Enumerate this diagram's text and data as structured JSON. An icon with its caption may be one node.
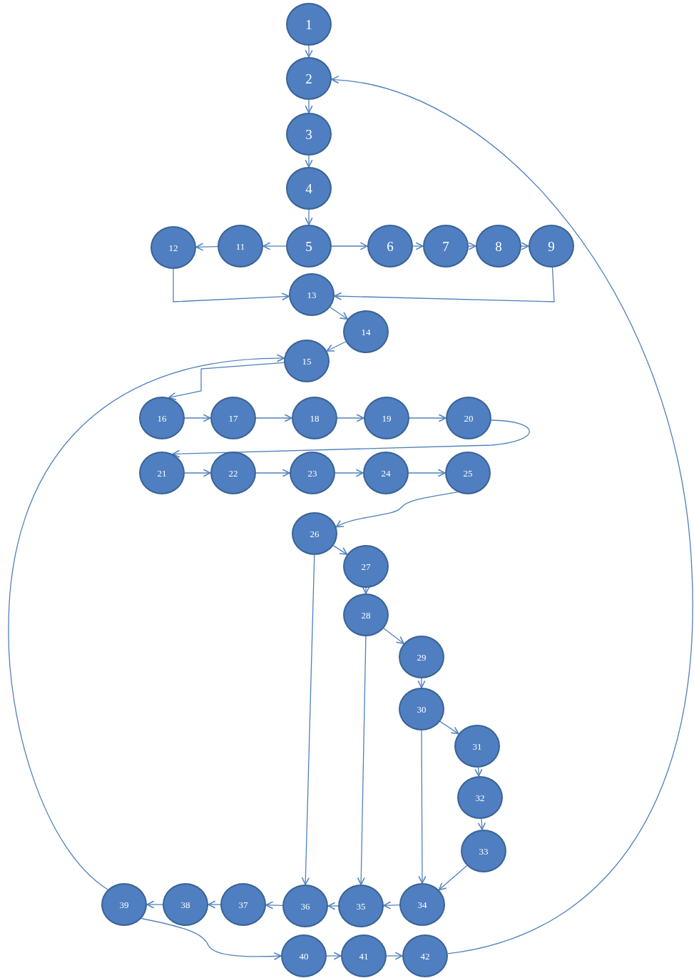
{
  "diagram": {
    "nodes": [
      {
        "text": [
          "1"
        ]
      },
      {
        "text": [
          "2"
        ]
      },
      {
        "text": [
          "3"
        ]
      },
      {
        "text": [
          "4"
        ]
      },
      {
        "text": [
          "5"
        ]
      },
      {
        "text": [
          "6"
        ]
      },
      {
        "text": [
          "7"
        ]
      },
      {
        "text": [
          "8"
        ]
      },
      {
        "text": [
          "9"
        ]
      },
      {
        "text": [
          "11"
        ]
      },
      {
        "text": [
          "12"
        ]
      },
      {
        "text": [
          "13"
        ]
      },
      {
        "text": [
          "14"
        ]
      },
      {
        "text": [
          "15"
        ]
      },
      {
        "text": [
          "16"
        ]
      },
      {
        "text": [
          "17"
        ]
      },
      {
        "text": [
          "18"
        ]
      },
      {
        "text": [
          "19"
        ]
      },
      {
        "text": [
          "20"
        ]
      },
      {
        "text": [
          "21"
        ]
      },
      {
        "text": [
          "22"
        ]
      },
      {
        "text": [
          "23"
        ]
      },
      {
        "text": [
          "24"
        ]
      },
      {
        "text": [
          "25"
        ]
      },
      {
        "text": [
          "26"
        ]
      },
      {
        "text": [
          "27"
        ]
      },
      {
        "text": [
          "28"
        ]
      },
      {
        "text": [
          "29"
        ]
      },
      {
        "text": [
          "30"
        ]
      },
      {
        "text": [
          "31"
        ]
      },
      {
        "text": [
          "32"
        ]
      },
      {
        "text": [
          "33"
        ]
      },
      {
        "text": [
          "34"
        ]
      },
      {
        "text": [
          "35"
        ]
      },
      {
        "text": [
          "36"
        ]
      },
      {
        "text": [
          "37"
        ]
      },
      {
        "text": [
          "38"
        ]
      },
      {
        "text": [
          "39"
        ]
      },
      {
        "text": [
          "40"
        ]
      },
      {
        "text": [
          "41"
        ]
      },
      {
        "text": [
          "42"
        ]
      }
    ],
    "edges": [
      {
        "from": 0,
        "to": 1,
        "arrow": "to"
      },
      {
        "from": 1,
        "to": 2,
        "arrow": "to"
      },
      {
        "from": 2,
        "to": 3,
        "arrow": "to"
      },
      {
        "from": 3,
        "to": 4,
        "arrow": "to"
      },
      {
        "from": 4,
        "to": 9,
        "arrow": "to"
      },
      {
        "from": 9,
        "to": 10,
        "arrow": "to"
      },
      {
        "from": 4,
        "to": 5,
        "arrow": "to"
      },
      {
        "from": 5,
        "to": 6,
        "arrow": "to"
      },
      {
        "from": 6,
        "to": 7,
        "arrow": "to"
      },
      {
        "from": 7,
        "to": 8,
        "arrow": "to"
      },
      {
        "from": 10,
        "to": 11,
        "arrow": "to"
      },
      {
        "from": 8,
        "to": 11,
        "arrow": "to"
      },
      {
        "from": 11,
        "to": 12,
        "arrow": "to"
      },
      {
        "from": 12,
        "to": 13,
        "arrow": "to"
      },
      {
        "from": 13,
        "to": 14,
        "arrow": "to"
      },
      {
        "from": 14,
        "to": 15,
        "arrow": "to"
      },
      {
        "from": 15,
        "to": 16,
        "arrow": "to"
      },
      {
        "from": 16,
        "to": 17,
        "arrow": "to"
      },
      {
        "from": 17,
        "to": 18,
        "arrow": "to"
      },
      {
        "from": 18,
        "to": 19,
        "arrow": "to"
      },
      {
        "from": 19,
        "to": 20,
        "arrow": "to"
      },
      {
        "from": 20,
        "to": 21,
        "arrow": "to"
      },
      {
        "from": 21,
        "to": 22,
        "arrow": "to"
      },
      {
        "from": 22,
        "to": 23,
        "arrow": "to"
      },
      {
        "from": 23,
        "to": 24,
        "arrow": "to"
      },
      {
        "from": 24,
        "to": 25,
        "arrow": "to"
      },
      {
        "from": 25,
        "to": 26,
        "arrow": "to"
      },
      {
        "from": 26,
        "to": 27,
        "arrow": "to"
      },
      {
        "from": 27,
        "to": 28,
        "arrow": "to"
      },
      {
        "from": 28,
        "to": 29,
        "arrow": "to"
      },
      {
        "from": 29,
        "to": 30,
        "arrow": "to"
      },
      {
        "from": 30,
        "to": 31,
        "arrow": "to"
      },
      {
        "from": 31,
        "to": 32,
        "arrow": "to"
      },
      {
        "from": 24,
        "to": 34,
        "arrow": "to"
      },
      {
        "from": 26,
        "to": 33,
        "arrow": "to"
      },
      {
        "from": 28,
        "to": 32,
        "arrow": "to"
      },
      {
        "from": 32,
        "to": 33,
        "arrow": "to"
      },
      {
        "from": 33,
        "to": 34,
        "arrow": "to"
      },
      {
        "from": 34,
        "to": 35,
        "arrow": "to"
      },
      {
        "from": 35,
        "to": 36,
        "arrow": "to"
      },
      {
        "from": 36,
        "to": 37,
        "arrow": "to"
      },
      {
        "from": 37,
        "to": 13,
        "arrow": "to"
      },
      {
        "from": 37,
        "to": 38,
        "arrow": "to"
      },
      {
        "from": 38,
        "to": 39,
        "arrow": "to"
      },
      {
        "from": 39,
        "to": 40,
        "arrow": "to"
      },
      {
        "from": 40,
        "to": 1,
        "arrow": "to"
      }
    ]
  }
}
